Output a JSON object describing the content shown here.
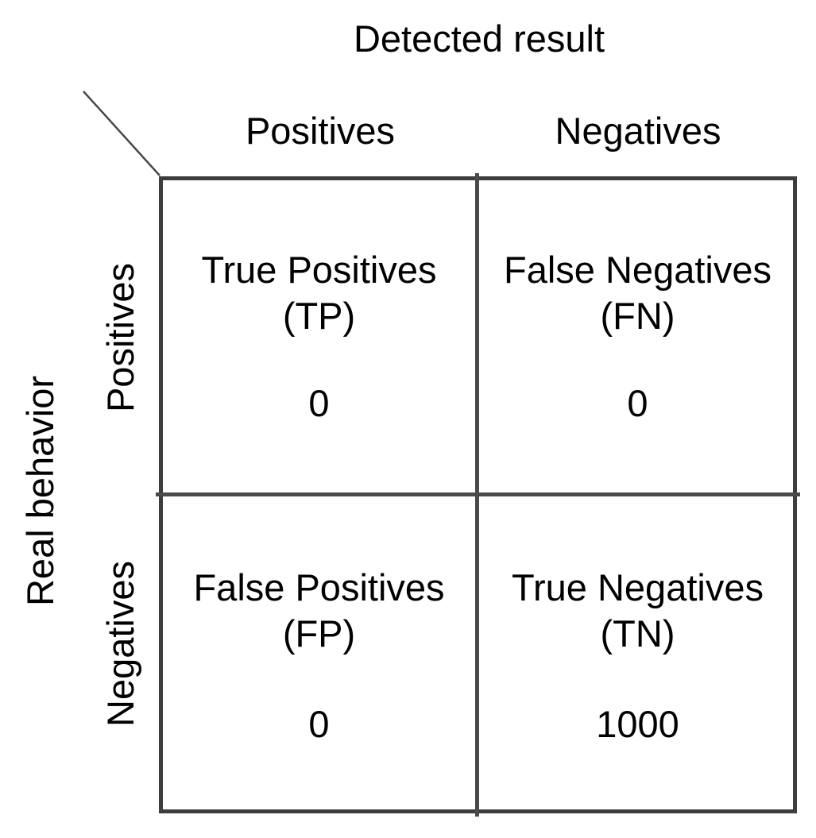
{
  "figure": {
    "col_axis_title": "Detected result",
    "row_axis_title": "Real behavior",
    "col_headers": [
      "Positives",
      "Negatives"
    ],
    "row_headers": [
      "Positives",
      "Negatives"
    ],
    "cells": [
      {
        "label": "True Positives",
        "abbrev": "(TP)",
        "value": "0"
      },
      {
        "label": "False Negatives",
        "abbrev": "(FN)",
        "value": "0"
      },
      {
        "label": "False Positives",
        "abbrev": "(FP)",
        "value": "0"
      },
      {
        "label": "True Negatives",
        "abbrev": "(TN)",
        "value": "1000"
      }
    ]
  },
  "chart_data": {
    "type": "table",
    "title": "Detected result",
    "xlabel": "Detected result",
    "ylabel": "Real behavior",
    "columns": [
      "Positives",
      "Negatives"
    ],
    "rows": [
      "Positives",
      "Negatives"
    ],
    "values": [
      [
        0,
        0
      ],
      [
        0,
        1000
      ]
    ],
    "cell_names": [
      [
        "True Positives (TP)",
        "False Negatives (FN)"
      ],
      [
        "False Positives (FP)",
        "True Negatives (TN)"
      ]
    ]
  },
  "colors": {
    "line": "#3d3d3d",
    "text": "#000000",
    "background": "#ffffff"
  }
}
